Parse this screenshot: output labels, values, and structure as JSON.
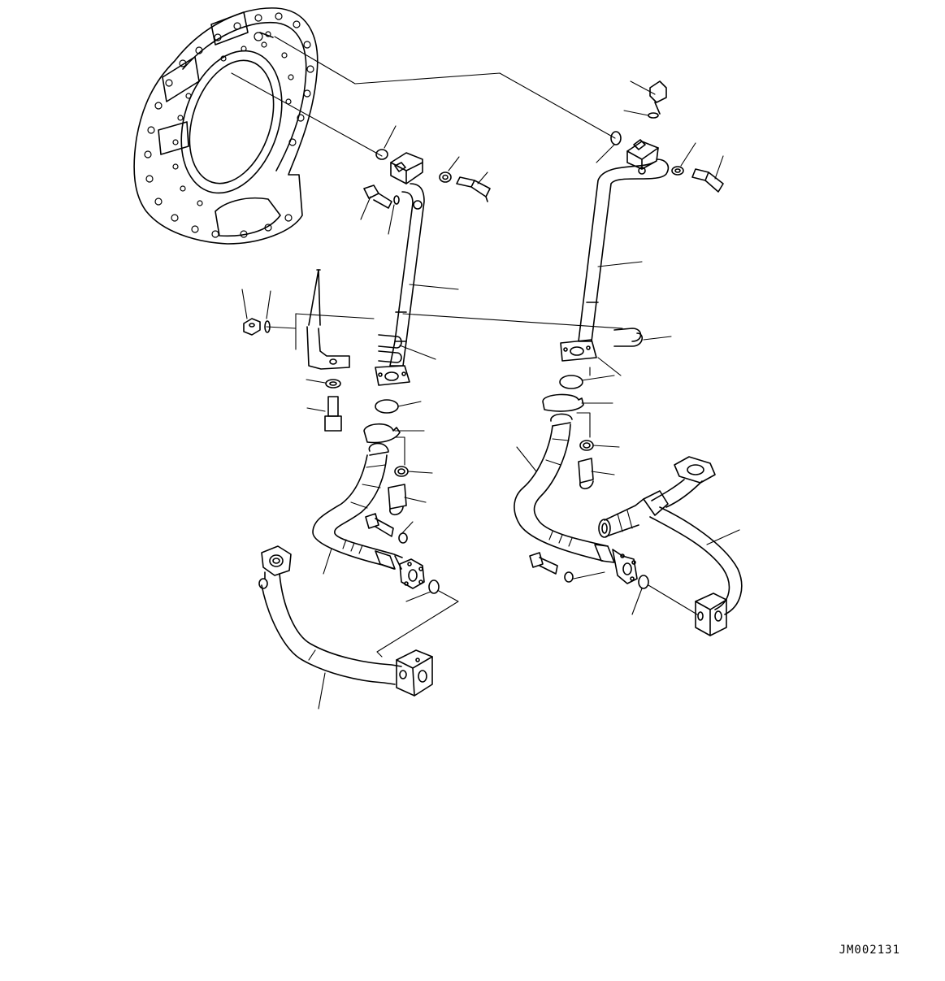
{
  "reference_code": "JM002131",
  "colors": {
    "line": "#000000",
    "background": "#ffffff"
  },
  "components": [
    "transmission-housing",
    "left-steel-tube",
    "right-steel-tube",
    "left-hose",
    "right-hose",
    "left-lower-tube",
    "right-lower-tee-tube",
    "bracket",
    "u-bolt"
  ]
}
